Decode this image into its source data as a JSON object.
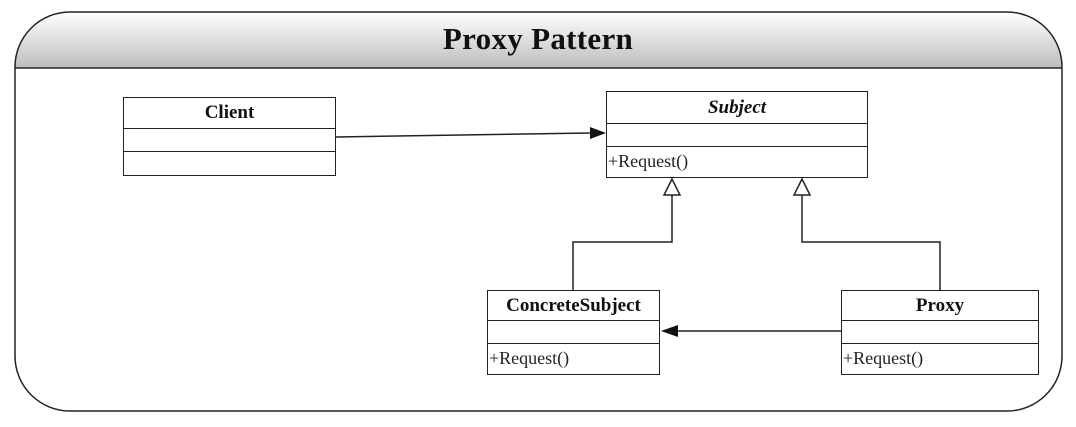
{
  "diagram": {
    "title": "Proxy Pattern",
    "classes": {
      "client": {
        "name": "Client",
        "operation": ""
      },
      "subject": {
        "name": "Subject",
        "operation": "+Request()"
      },
      "concrete_subject": {
        "name": "ConcreteSubject",
        "operation": "+Request()"
      },
      "proxy": {
        "name": "Proxy",
        "operation": "+Request()"
      }
    },
    "relations": [
      {
        "from": "Client",
        "to": "Subject",
        "kind": "association"
      },
      {
        "from": "ConcreteSubject",
        "to": "Subject",
        "kind": "generalization"
      },
      {
        "from": "Proxy",
        "to": "Subject",
        "kind": "generalization"
      },
      {
        "from": "Proxy",
        "to": "ConcreteSubject",
        "kind": "association"
      }
    ],
    "colors": {
      "line": "#222222",
      "header_top": "#ffffff",
      "header_bottom": "#bdbdbd"
    }
  }
}
